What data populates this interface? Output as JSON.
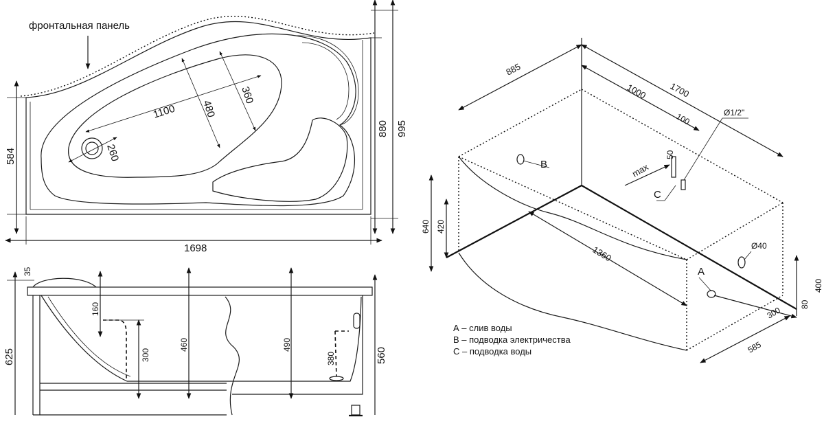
{
  "top_view": {
    "panel_label": "фронтальная панель",
    "dim_length": "1698",
    "dim_left_height": "584",
    "dim_right_inner": "880",
    "dim_right_outer": "995",
    "dim_inner_length": "1100",
    "dim_inner_width": "480",
    "dim_head_width": "360",
    "dim_drain": "260"
  },
  "side_view": {
    "dim_total_height": "625",
    "dim_rim": "35",
    "dim_160": "160",
    "dim_300": "300",
    "dim_460": "460",
    "dim_490": "490",
    "dim_380": "380",
    "dim_560": "560"
  },
  "iso_view": {
    "dim_885": "885",
    "dim_1000": "1000",
    "dim_1700": "1700",
    "dim_100": "100",
    "dim_pipe": "Ø1/2\"",
    "dim_50": "50",
    "label_max": "max",
    "dim_640": "640",
    "dim_420": "420",
    "dim_1360": "1360",
    "dim_d40": "Ø40",
    "dim_400": "400",
    "dim_80": "80",
    "dim_300": "300",
    "dim_585": "585",
    "marker_a": "A",
    "marker_b": "B",
    "marker_c": "C"
  },
  "legend": {
    "item_a": "А – слив воды",
    "item_b": "В – подводка электричества",
    "item_c": "С – подводка воды"
  }
}
